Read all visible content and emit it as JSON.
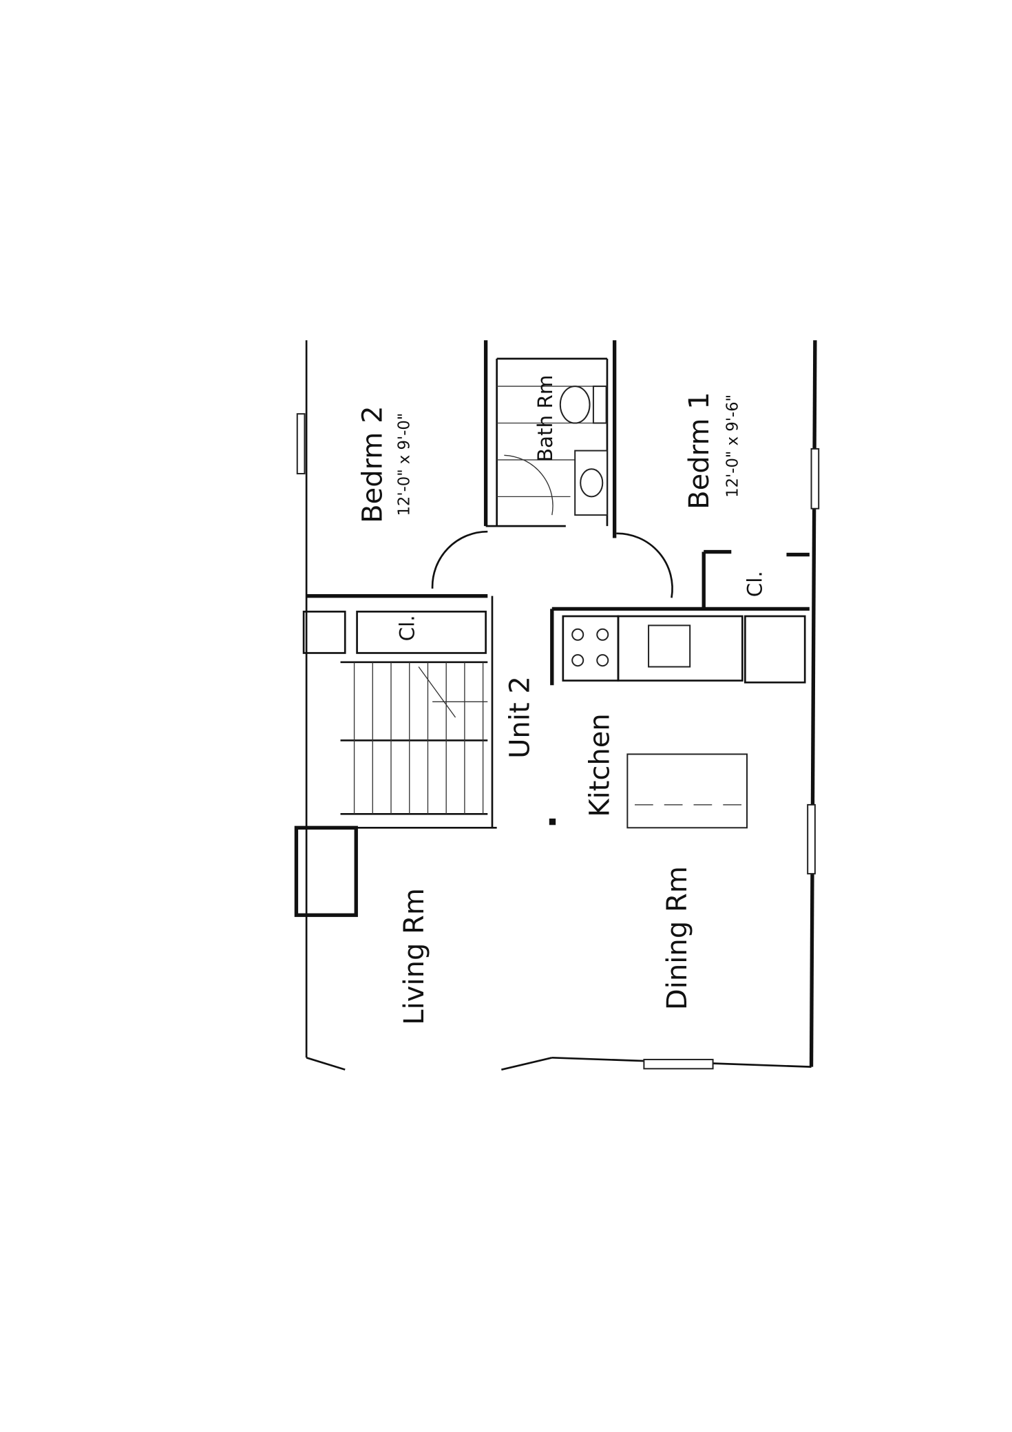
{
  "plan": {
    "unit_label": "Unit 2",
    "rooms": {
      "bedroom2": {
        "name": "Bedrm 2",
        "size": "12'-0\" x 9'-0\""
      },
      "bathroom": {
        "name": "Bath Rm"
      },
      "bedroom1": {
        "name": "Bedrm 1",
        "size": "12'-0\" x 9'-6\""
      },
      "closet_a": {
        "name": "Cl."
      },
      "closet_b": {
        "name": "Cl."
      },
      "kitchen": {
        "name": "Kitchen"
      },
      "living": {
        "name": "Living Rm"
      },
      "dining": {
        "name": "Dining Rm"
      }
    }
  }
}
